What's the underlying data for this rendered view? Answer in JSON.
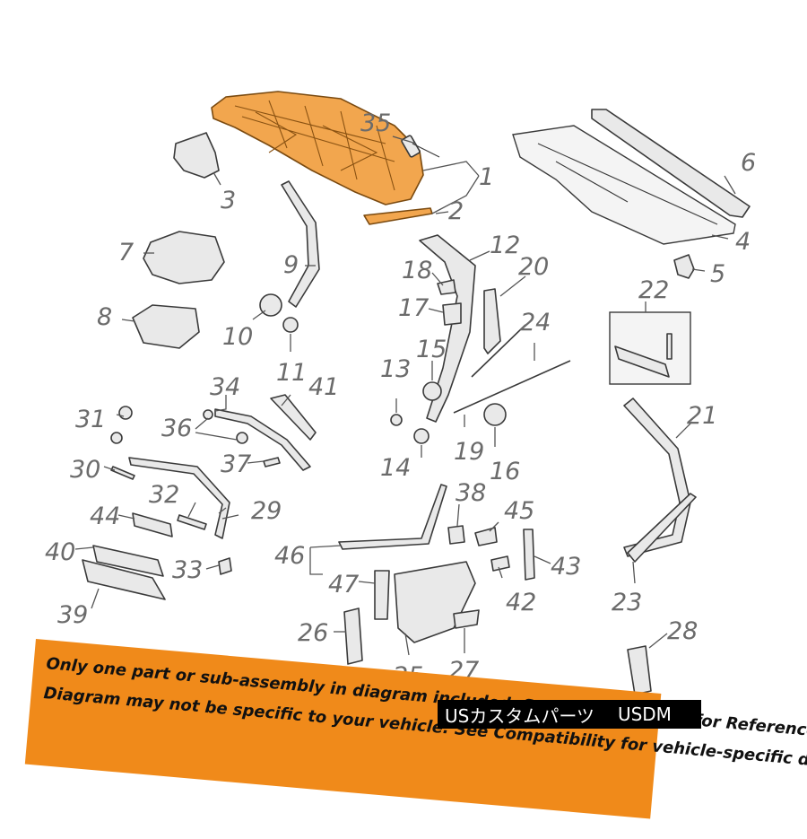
{
  "callouts": [
    "1",
    "2",
    "3",
    "4",
    "5",
    "6",
    "7",
    "8",
    "9",
    "10",
    "11",
    "12",
    "13",
    "14",
    "15",
    "16",
    "17",
    "18",
    "19",
    "20",
    "21",
    "22",
    "23",
    "24",
    "25",
    "26",
    "27",
    "28",
    "29",
    "30",
    "31",
    "32",
    "33",
    "34",
    "35",
    "36",
    "37",
    "38",
    "39",
    "40",
    "41",
    "42",
    "43",
    "44",
    "45",
    "46",
    "47"
  ],
  "notice": {
    "line1": "Only one part or sub-assembly in diagram included. See Item Specifics for Reference #.",
    "line2": "Diagram may not be specific to your vehicle. See Compatibility for vehicle-specific diagrams."
  },
  "shop": {
    "name": "USカスタムパーツ",
    "code": "USDM"
  },
  "colors": {
    "highlight": "#f2a64e",
    "banner": "#f08a1a",
    "label_bg": "#000000"
  }
}
